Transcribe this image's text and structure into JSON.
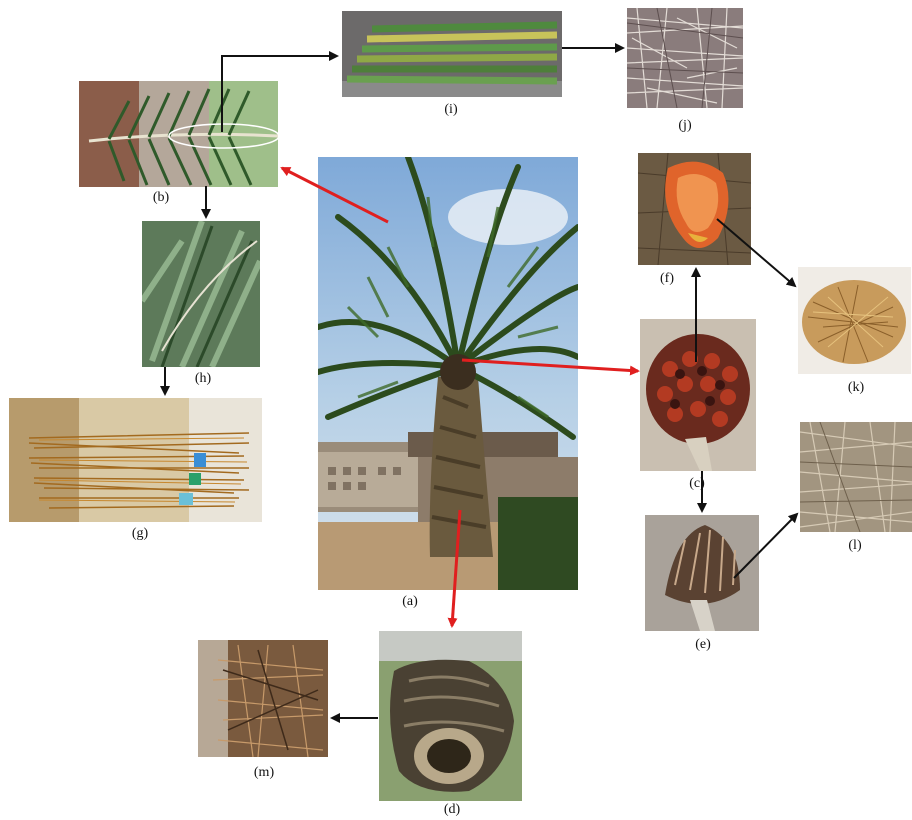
{
  "figure": {
    "labels": {
      "a": "(a)",
      "b": "(b)",
      "c": "(c)",
      "d": "(d)",
      "e": "(e)",
      "f": "(f)",
      "g": "(g)",
      "h": "(h)",
      "i": "(i)",
      "j": "(j)",
      "k": "(k)",
      "l": "(l)",
      "m": "(m)"
    },
    "colors": {
      "primary_arrow": "#e01f1f",
      "secondary_arrow": "#111111"
    }
  }
}
